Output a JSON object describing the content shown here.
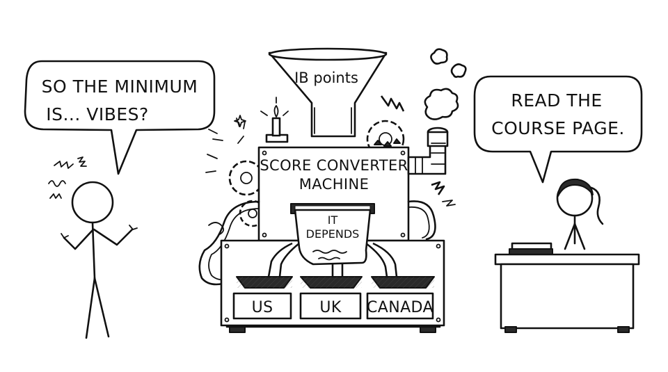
{
  "left_bubble": {
    "line1": "SO THE MINIMUM",
    "line2": "IS... VIBES?"
  },
  "right_bubble": {
    "line1": "READ THE",
    "line2": "COURSE PAGE."
  },
  "hopper": {
    "label": "IB points"
  },
  "machine": {
    "line1": "SCORE CONVERTER",
    "line2": "MACHINE"
  },
  "paper": {
    "line1": "IT",
    "line2": "DEPENDS"
  },
  "outputs": [
    {
      "label": "US"
    },
    {
      "label": "UK"
    },
    {
      "label": "CANADA"
    }
  ],
  "icons": [
    "lightning-icon",
    "gear-icon",
    "steam-cloud-icon",
    "candle-icon"
  ]
}
